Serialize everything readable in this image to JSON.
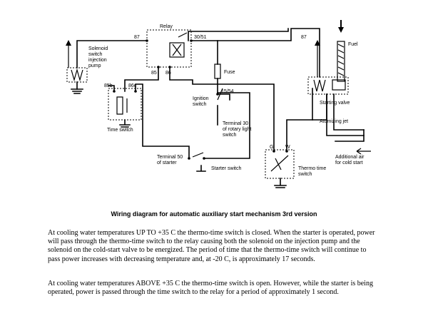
{
  "diagram": {
    "labels": {
      "relay": "Relay",
      "t87_left": "87",
      "t87_right": "87",
      "t30_51": "30/51",
      "t85_relay": "85",
      "t86_relay": "86",
      "t85b": "85b",
      "t86c": "86c",
      "t15_54": "15/54",
      "solenoid": [
        "Solenoid",
        "switch",
        "injection",
        "pump"
      ],
      "fuse": "Fuse",
      "ignition": [
        "Ignition",
        "switch"
      ],
      "terminal30": [
        "Terminal 30",
        "of rotary light",
        "switch"
      ],
      "time_switch": "Time switch",
      "terminal50": [
        "Terminal 50",
        "of starter"
      ],
      "starter_switch": "Starter switch",
      "g": "G",
      "w": "W",
      "thermo": [
        "Thermo time",
        "switch"
      ],
      "fuel": "Fuel",
      "starting_valve": "Starting valve",
      "atomizing_jet": "Atomizing jet",
      "additional_air": [
        "Additional air",
        "for cold start"
      ]
    }
  },
  "caption": "Wiring diagram for automatic auxiliary start mechanism 3rd version",
  "paragraphs": [
    "At cooling water temperatures UP TO +35 C the thermo-time switch is closed. When the starter is operated, power will pass through the thermo-time switch to the relay causing both the solenoid on the injection pump and the solenoid on the cold-start valve to be energized. The period of time that the thermo-time switch will continue to pass power increases with decreasing temperature and, at -20 C, is approximately 17 seconds.",
    "At cooling water temperatures ABOVE +35 C the thermo-time switch is open. However, while the starter is being operated, power is passed through the time switch to the relay for a period of approximately 1 second."
  ]
}
